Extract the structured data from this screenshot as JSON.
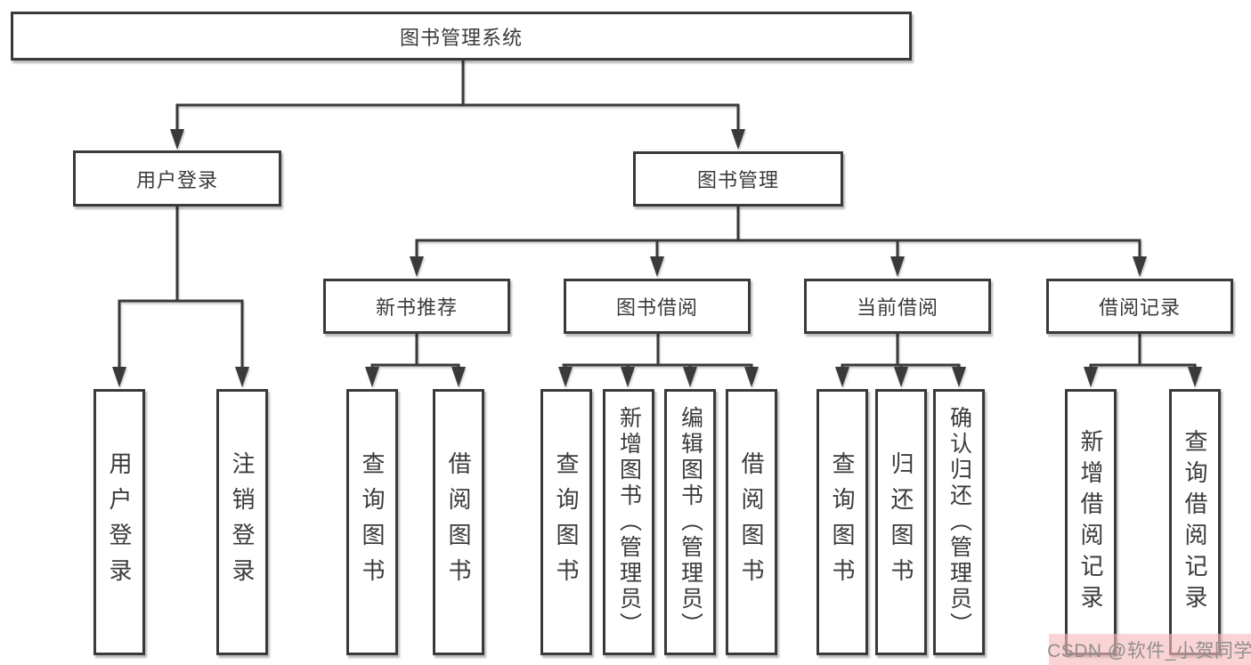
{
  "diagram": {
    "root": {
      "label": "图书管理系统"
    },
    "level2": [
      "用户登录",
      "图书管理"
    ],
    "level3": [
      "新书推荐",
      "图书借阅",
      "当前借阅",
      "借阅记录"
    ],
    "leaves": {
      "user_login": [
        "用户登录",
        "注销登录"
      ],
      "new_book_recommend": [
        "查询图书",
        "借阅图书"
      ],
      "book_borrow": [
        "查询图书",
        "新增图书（管理员）",
        "编辑图书（管理员）",
        "借阅图书"
      ],
      "current_borrow": [
        "查询图书",
        "归还图书",
        "确认归还（管理员）"
      ],
      "borrow_records": [
        "新增借阅记录",
        "查询借阅记录"
      ]
    }
  },
  "watermark": {
    "text": "CSDN @软件_小贺同学"
  },
  "colors": {
    "line": "#3a3a3a",
    "node_border": "#3a3a3a",
    "node_text": "#3b3b3b",
    "background": "#ffffff",
    "watermark_text": "#8f8f8f",
    "watermark_bg": "#f7baba"
  }
}
